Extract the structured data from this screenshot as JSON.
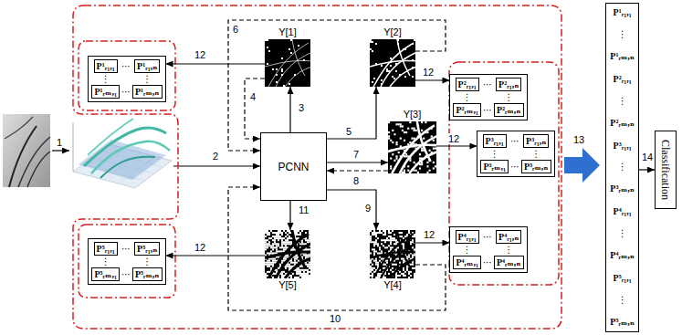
{
  "diagram": {
    "nodes": [
      {
        "text": [
          "P¹ᵣ₁,₁",
          "⋯",
          "P¹ᵣ₁,ₙ",
          "⋮",
          "⋮",
          "P¹ᵣₘ,₁",
          "⋯",
          "P¹ᵣₘ,ₙ"
        ]
      },
      {
        "text": [
          "Y[1]"
        ]
      },
      {
        "text": [
          "Y[2]"
        ]
      },
      {
        "text": [
          "P²ᵣ₁,₁",
          "⋯",
          "P²ᵣ₁,ₙ",
          "⋮",
          "⋮",
          "P²ᵣₘ,₁",
          "⋯",
          "P²ᵣₘ,ₙ"
        ]
      },
      {
        "text": [
          "PCNN"
        ]
      },
      {
        "text": [
          "Y[3]"
        ]
      },
      {
        "text": [
          "P³ᵣ₁,₁",
          "⋯",
          "P³ᵣ₁,ₙ",
          "⋮",
          "⋮",
          "P³ᵣₘ,₁",
          "⋯",
          "P³ᵣₘ,ₙ"
        ]
      },
      {
        "text": [
          "P⁵ᵣ₁,₁",
          "⋯",
          "P⁵ᵣ₁,ₙ",
          "⋮",
          "⋮",
          "P⁵ᵣₘ,₁",
          "⋯",
          "P⁵ᵣₘ,ₙ"
        ]
      },
      {
        "text": [
          "Y[5]"
        ]
      },
      {
        "text": [
          "Y[4]"
        ]
      },
      {
        "text": [
          "P⁴ᵣ₁,₁",
          "⋯",
          "P⁴ᵣ₁,ₙ",
          "⋮",
          "⋮",
          "P⁴ᵣₘ,₁",
          "⋯",
          "P⁴ᵣₘ,ₙ"
        ]
      },
      {
        "text": [
          "P¹ᵣ₁,₁",
          "⋮",
          "P¹ᵣₘ,ₙ",
          "P²ᵣ₁,₁",
          "⋮",
          "P²ᵣₘ,ₙ",
          "P³ᵣ₁,₁",
          "⋮",
          "P³ᵣₘ,ₙ",
          "P⁴ᵣ₁,₁",
          "⋮",
          "P⁴ᵣₘ,ₙ",
          "P⁵ᵣ₁,₁",
          "⋮",
          "P⁵ᵣₘ,ₙ"
        ]
      },
      {
        "text": [
          "Classification"
        ]
      }
    ],
    "edges": [
      {
        "from": 4,
        "to": 1,
        "label": "3",
        "arrow": "to"
      },
      {
        "from": 1,
        "to": 4,
        "label": "4",
        "arrow": "to"
      },
      {
        "from": 4,
        "to": 2,
        "label": "5",
        "arrow": "to"
      },
      {
        "from": 2,
        "to": 4,
        "label": "6",
        "arrow": "to"
      },
      {
        "from": 4,
        "to": 5,
        "label": "7",
        "arrow": "to"
      },
      {
        "from": 5,
        "to": 4,
        "label": "8",
        "arrow": "to"
      },
      {
        "from": 4,
        "to": 9,
        "label": "9",
        "arrow": "to"
      },
      {
        "from": 9,
        "to": 4,
        "label": "10",
        "arrow": "to"
      },
      {
        "from": 4,
        "to": 8,
        "label": "11",
        "arrow": "to"
      },
      {
        "from": 1,
        "to": 0,
        "label": "12",
        "arrow": "to"
      },
      {
        "from": 2,
        "to": 3,
        "label": "12",
        "arrow": "to"
      },
      {
        "from": 5,
        "to": 6,
        "label": "12",
        "arrow": "to"
      },
      {
        "from": 9,
        "to": 10,
        "label": "12",
        "arrow": "to"
      },
      {
        "from": 8,
        "to": 7,
        "label": "12",
        "arrow": "to"
      },
      {
        "from": 11,
        "to": 12,
        "label": "14",
        "arrow": "to"
      }
    ],
    "labels": [
      "1",
      "2",
      "13"
    ]
  }
}
